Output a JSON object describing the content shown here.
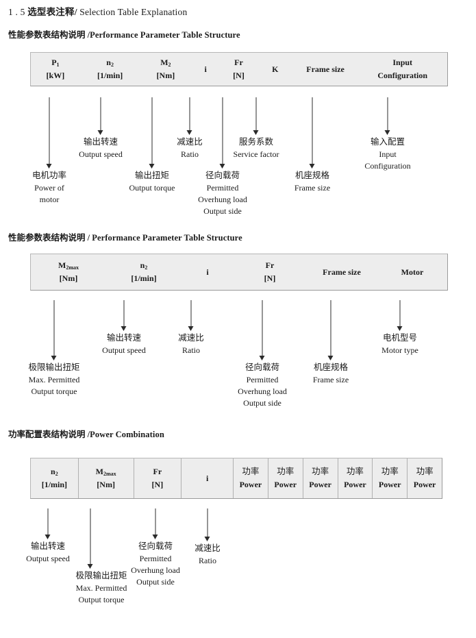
{
  "document": {
    "title_number": "1 . 5",
    "title_cn": "选型表注释",
    "title_sep": "/",
    "title_en": "Selection Table Explanation"
  },
  "sections": [
    {
      "id": "performance-parameter-1",
      "heading_cn": "性能参数表结构说明",
      "heading_sep": "/",
      "heading_en": "Performance Parameter Table Structure",
      "table": {
        "divided": false,
        "columns": [
          {
            "name": "p1",
            "line1": "P₁",
            "symbol": "P",
            "sub": "1",
            "line2": "[kW]"
          },
          {
            "name": "n2",
            "line1": "n₂",
            "symbol": "n",
            "sub": "2",
            "line2": "[1/min]"
          },
          {
            "name": "m2",
            "line1": "M₂",
            "symbol": "M",
            "sub": "2",
            "line2": "[Nm]"
          },
          {
            "name": "i",
            "line1": "i",
            "symbol": "i",
            "sub": "",
            "line2": ""
          },
          {
            "name": "fr",
            "line1": "Fr",
            "symbol": "Fr",
            "sub": "",
            "line2": "[N]"
          },
          {
            "name": "k",
            "line1": "K",
            "symbol": "K",
            "sub": "",
            "line2": ""
          },
          {
            "name": "frame-size",
            "line1": "Frame size",
            "symbol": "Frame size",
            "sub": "",
            "line2": ""
          },
          {
            "name": "input-configuration",
            "line1": "Input",
            "symbol": "Input",
            "sub": "",
            "line2": "Configuration"
          }
        ]
      },
      "annotations": [
        {
          "name": "power-of-motor",
          "cn": "电机功率",
          "en": [
            "Power of",
            "motor"
          ]
        },
        {
          "name": "output-speed",
          "cn": "输出转速",
          "en": [
            "Output speed"
          ]
        },
        {
          "name": "output-torque",
          "cn": "输出扭矩",
          "en": [
            "Output torque"
          ]
        },
        {
          "name": "ratio",
          "cn": "减速比",
          "en": [
            "Ratio"
          ]
        },
        {
          "name": "overhung-load",
          "cn": "径向载荷",
          "en": [
            "Permitted",
            "Overhung load",
            "Output side"
          ]
        },
        {
          "name": "service-factor",
          "cn": "服务系数",
          "en": [
            "Service factor"
          ]
        },
        {
          "name": "frame-size",
          "cn": "机座规格",
          "en": [
            "Frame size"
          ]
        },
        {
          "name": "input-configuration",
          "cn": "输入配置",
          "en": [
            "Input",
            "Configuration"
          ]
        }
      ]
    },
    {
      "id": "performance-parameter-2",
      "heading_cn": "性能参数表结构说明",
      "heading_sep": "/",
      "heading_en": "Performance Parameter Table Structure",
      "table": {
        "divided": false,
        "columns": [
          {
            "name": "m2max",
            "line1": "M₂max",
            "symbol": "M",
            "sub": "2max",
            "line2": "[Nm]"
          },
          {
            "name": "n2",
            "line1": "n₂",
            "symbol": "n",
            "sub": "2",
            "line2": "[1/min]"
          },
          {
            "name": "i",
            "line1": "i",
            "symbol": "i",
            "sub": "",
            "line2": ""
          },
          {
            "name": "fr",
            "line1": "Fr",
            "symbol": "Fr",
            "sub": "",
            "line2": "[N]"
          },
          {
            "name": "frame-size",
            "line1": "Frame size",
            "symbol": "Frame size",
            "sub": "",
            "line2": ""
          },
          {
            "name": "motor",
            "line1": "Motor",
            "symbol": "Motor",
            "sub": "",
            "line2": ""
          }
        ]
      },
      "annotations": [
        {
          "name": "max-permitted-output-torque",
          "cn": "极限输出扭矩",
          "en": [
            "Max. Permitted",
            "Output  torque"
          ]
        },
        {
          "name": "output-speed",
          "cn": "输出转速",
          "en": [
            "Output speed"
          ]
        },
        {
          "name": "ratio",
          "cn": "减速比",
          "en": [
            "Ratio"
          ]
        },
        {
          "name": "overhung-load",
          "cn": "径向载荷",
          "en": [
            "Permitted",
            "Overhung load",
            "Output side"
          ]
        },
        {
          "name": "frame-size",
          "cn": "机座规格",
          "en": [
            "Frame size"
          ]
        },
        {
          "name": "motor-type",
          "cn": "电机型号",
          "en": [
            "Motor type"
          ]
        }
      ]
    },
    {
      "id": "power-combination",
      "heading_cn": "功率配置表结构说明",
      "heading_sep": "/",
      "heading_en": "Power Combination",
      "table": {
        "divided": true,
        "columns": [
          {
            "name": "n2",
            "line1": "n₂",
            "symbol": "n",
            "sub": "2",
            "line2": "[1/min]"
          },
          {
            "name": "m2max",
            "line1": "M₂max",
            "symbol": "M",
            "sub": "2max",
            "line2": "[Nm]"
          },
          {
            "name": "fr",
            "line1": "Fr",
            "symbol": "Fr",
            "sub": "",
            "line2": "[N]"
          },
          {
            "name": "i",
            "line1": "i",
            "symbol": "i",
            "sub": "",
            "line2": ""
          },
          {
            "name": "power-1",
            "line1": "功率",
            "symbol": "功率",
            "sub": "",
            "line2": "Power"
          },
          {
            "name": "power-2",
            "line1": "功率",
            "symbol": "功率",
            "sub": "",
            "line2": "Power"
          },
          {
            "name": "power-3",
            "line1": "功率",
            "symbol": "功率",
            "sub": "",
            "line2": "Power"
          },
          {
            "name": "power-4",
            "line1": "功率",
            "symbol": "功率",
            "sub": "",
            "line2": "Power"
          },
          {
            "name": "power-5",
            "line1": "功率",
            "symbol": "功率",
            "sub": "",
            "line2": "Power"
          },
          {
            "name": "power-6",
            "line1": "功率",
            "symbol": "功率",
            "sub": "",
            "line2": "Power"
          }
        ]
      },
      "annotations": [
        {
          "name": "output-speed",
          "cn": "输出转速",
          "en": [
            "Output speed"
          ]
        },
        {
          "name": "max-permitted-output-torque",
          "cn": "极限输出扭矩",
          "en": [
            "Max. Permitted",
            "Output  torque"
          ]
        },
        {
          "name": "overhung-load",
          "cn": "径向载荷",
          "en": [
            "Permitted",
            "Overhung load",
            "Output side"
          ]
        },
        {
          "name": "ratio",
          "cn": "减速比",
          "en": [
            "Ratio"
          ]
        }
      ]
    }
  ],
  "colors": {
    "table_fill": "#ededed",
    "table_border": "#b6b6b6",
    "arrow": "#2b2b2b",
    "text": "#1a1a1a"
  }
}
